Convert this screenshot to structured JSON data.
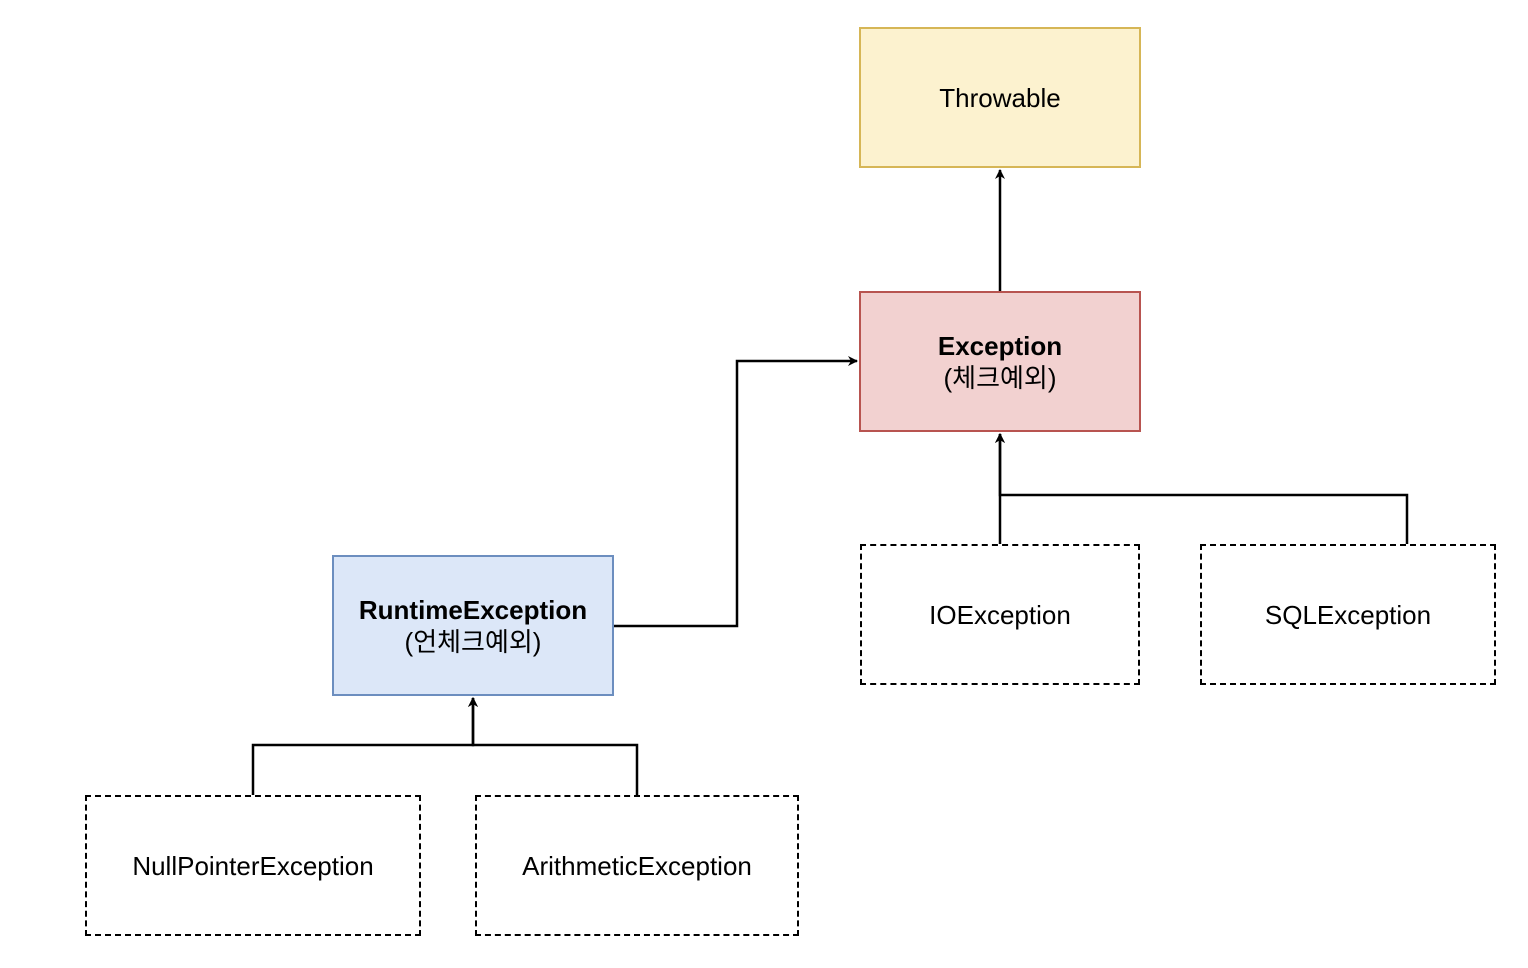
{
  "nodes": {
    "throwable": {
      "title": "Throwable",
      "subtitle": "",
      "fill": "#fcf2cf",
      "stroke": "#d6b656"
    },
    "exception": {
      "title": "Exception",
      "subtitle": "(체크예외)",
      "fill": "#f2d1d0",
      "stroke": "#b85450"
    },
    "runtime_exception": {
      "title": "RuntimeException",
      "subtitle": "(언체크예외)",
      "fill": "#dce7f8",
      "stroke": "#6c8ebf"
    },
    "io_exception": {
      "title": "IOException",
      "subtitle": ""
    },
    "sql_exception": {
      "title": "SQLException",
      "subtitle": ""
    },
    "null_pointer_exception": {
      "title": "NullPointerException",
      "subtitle": ""
    },
    "arithmetic_exception": {
      "title": "ArithmeticException",
      "subtitle": ""
    }
  },
  "edges": [
    {
      "from": "exception",
      "to": "throwable"
    },
    {
      "from": "runtime_exception",
      "to": "exception"
    },
    {
      "from": "io_exception",
      "to": "exception"
    },
    {
      "from": "sql_exception",
      "to": "exception"
    },
    {
      "from": "null_pointer_exception",
      "to": "runtime_exception"
    },
    {
      "from": "arithmetic_exception",
      "to": "runtime_exception"
    }
  ],
  "colors": {
    "line": "#000000"
  }
}
